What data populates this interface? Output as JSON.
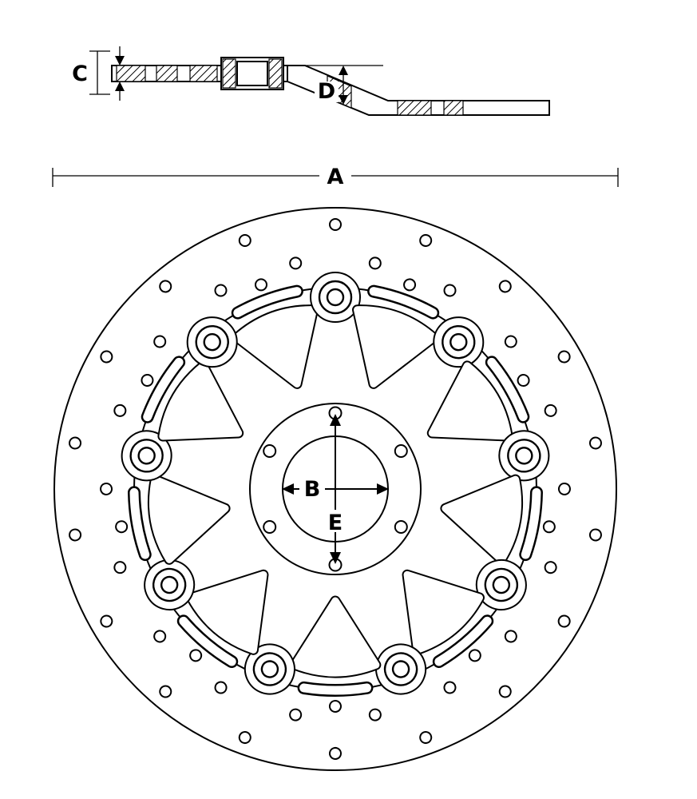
{
  "meta": {
    "background_color": "#ffffff",
    "line_color": "#000000"
  },
  "labels": {
    "A": "A",
    "B": "B",
    "C": "C",
    "D": "D",
    "E": "E"
  }
}
